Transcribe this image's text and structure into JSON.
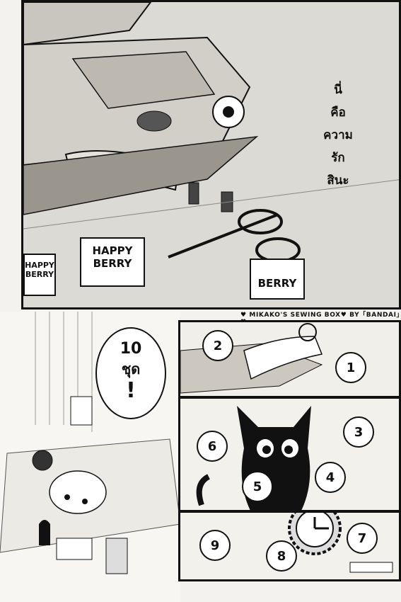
{
  "caption": {
    "lines": [
      "นี่",
      "คือ",
      "ความ",
      "รัก",
      "สินะ"
    ]
  },
  "cards": [
    {
      "text": "HAPPY BERRY"
    },
    {
      "text": "HAPPY BERRY"
    },
    {
      "text": "BERRY"
    }
  ],
  "credit": "♥ MIKAKO'S SEWING BOX♥ BY「BANDAI」♥",
  "big_bubble": {
    "line1": "10",
    "line2": "ชุด",
    "line3": "!"
  },
  "number_bubbles": [
    "1",
    "2",
    "3",
    "4",
    "5",
    "6",
    "7",
    "8",
    "9"
  ]
}
